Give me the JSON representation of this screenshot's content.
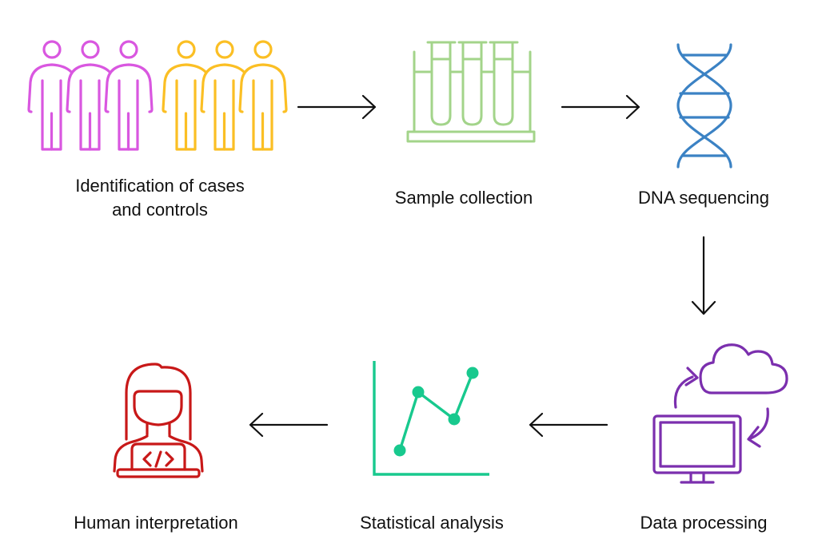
{
  "diagram": {
    "type": "workflow",
    "steps": [
      {
        "id": "cases-controls",
        "label_line1": "Identification of cases",
        "label_line2": "and controls",
        "icon": "people-group-icon",
        "colors": [
          "#d957e0",
          "#fbbf24"
        ]
      },
      {
        "id": "sample-collection",
        "label": "Sample collection",
        "icon": "test-tubes-icon",
        "color": "#a3d48a"
      },
      {
        "id": "dna-sequencing",
        "label": "DNA sequencing",
        "icon": "dna-icon",
        "color": "#3b82c4"
      },
      {
        "id": "data-processing",
        "label": "Data processing",
        "icon": "cloud-computer-sync-icon",
        "color": "#7b2fae"
      },
      {
        "id": "statistical-analysis",
        "label": "Statistical analysis",
        "icon": "line-chart-icon",
        "color": "#18c98e"
      },
      {
        "id": "human-interpretation",
        "label": "Human interpretation",
        "icon": "developer-woman-icon",
        "color": "#c81818"
      }
    ],
    "flow": [
      {
        "from": "cases-controls",
        "to": "sample-collection",
        "direction": "right"
      },
      {
        "from": "sample-collection",
        "to": "dna-sequencing",
        "direction": "right"
      },
      {
        "from": "dna-sequencing",
        "to": "data-processing",
        "direction": "down"
      },
      {
        "from": "data-processing",
        "to": "statistical-analysis",
        "direction": "left"
      },
      {
        "from": "statistical-analysis",
        "to": "human-interpretation",
        "direction": "left"
      }
    ],
    "arrow_color": "#111111"
  }
}
